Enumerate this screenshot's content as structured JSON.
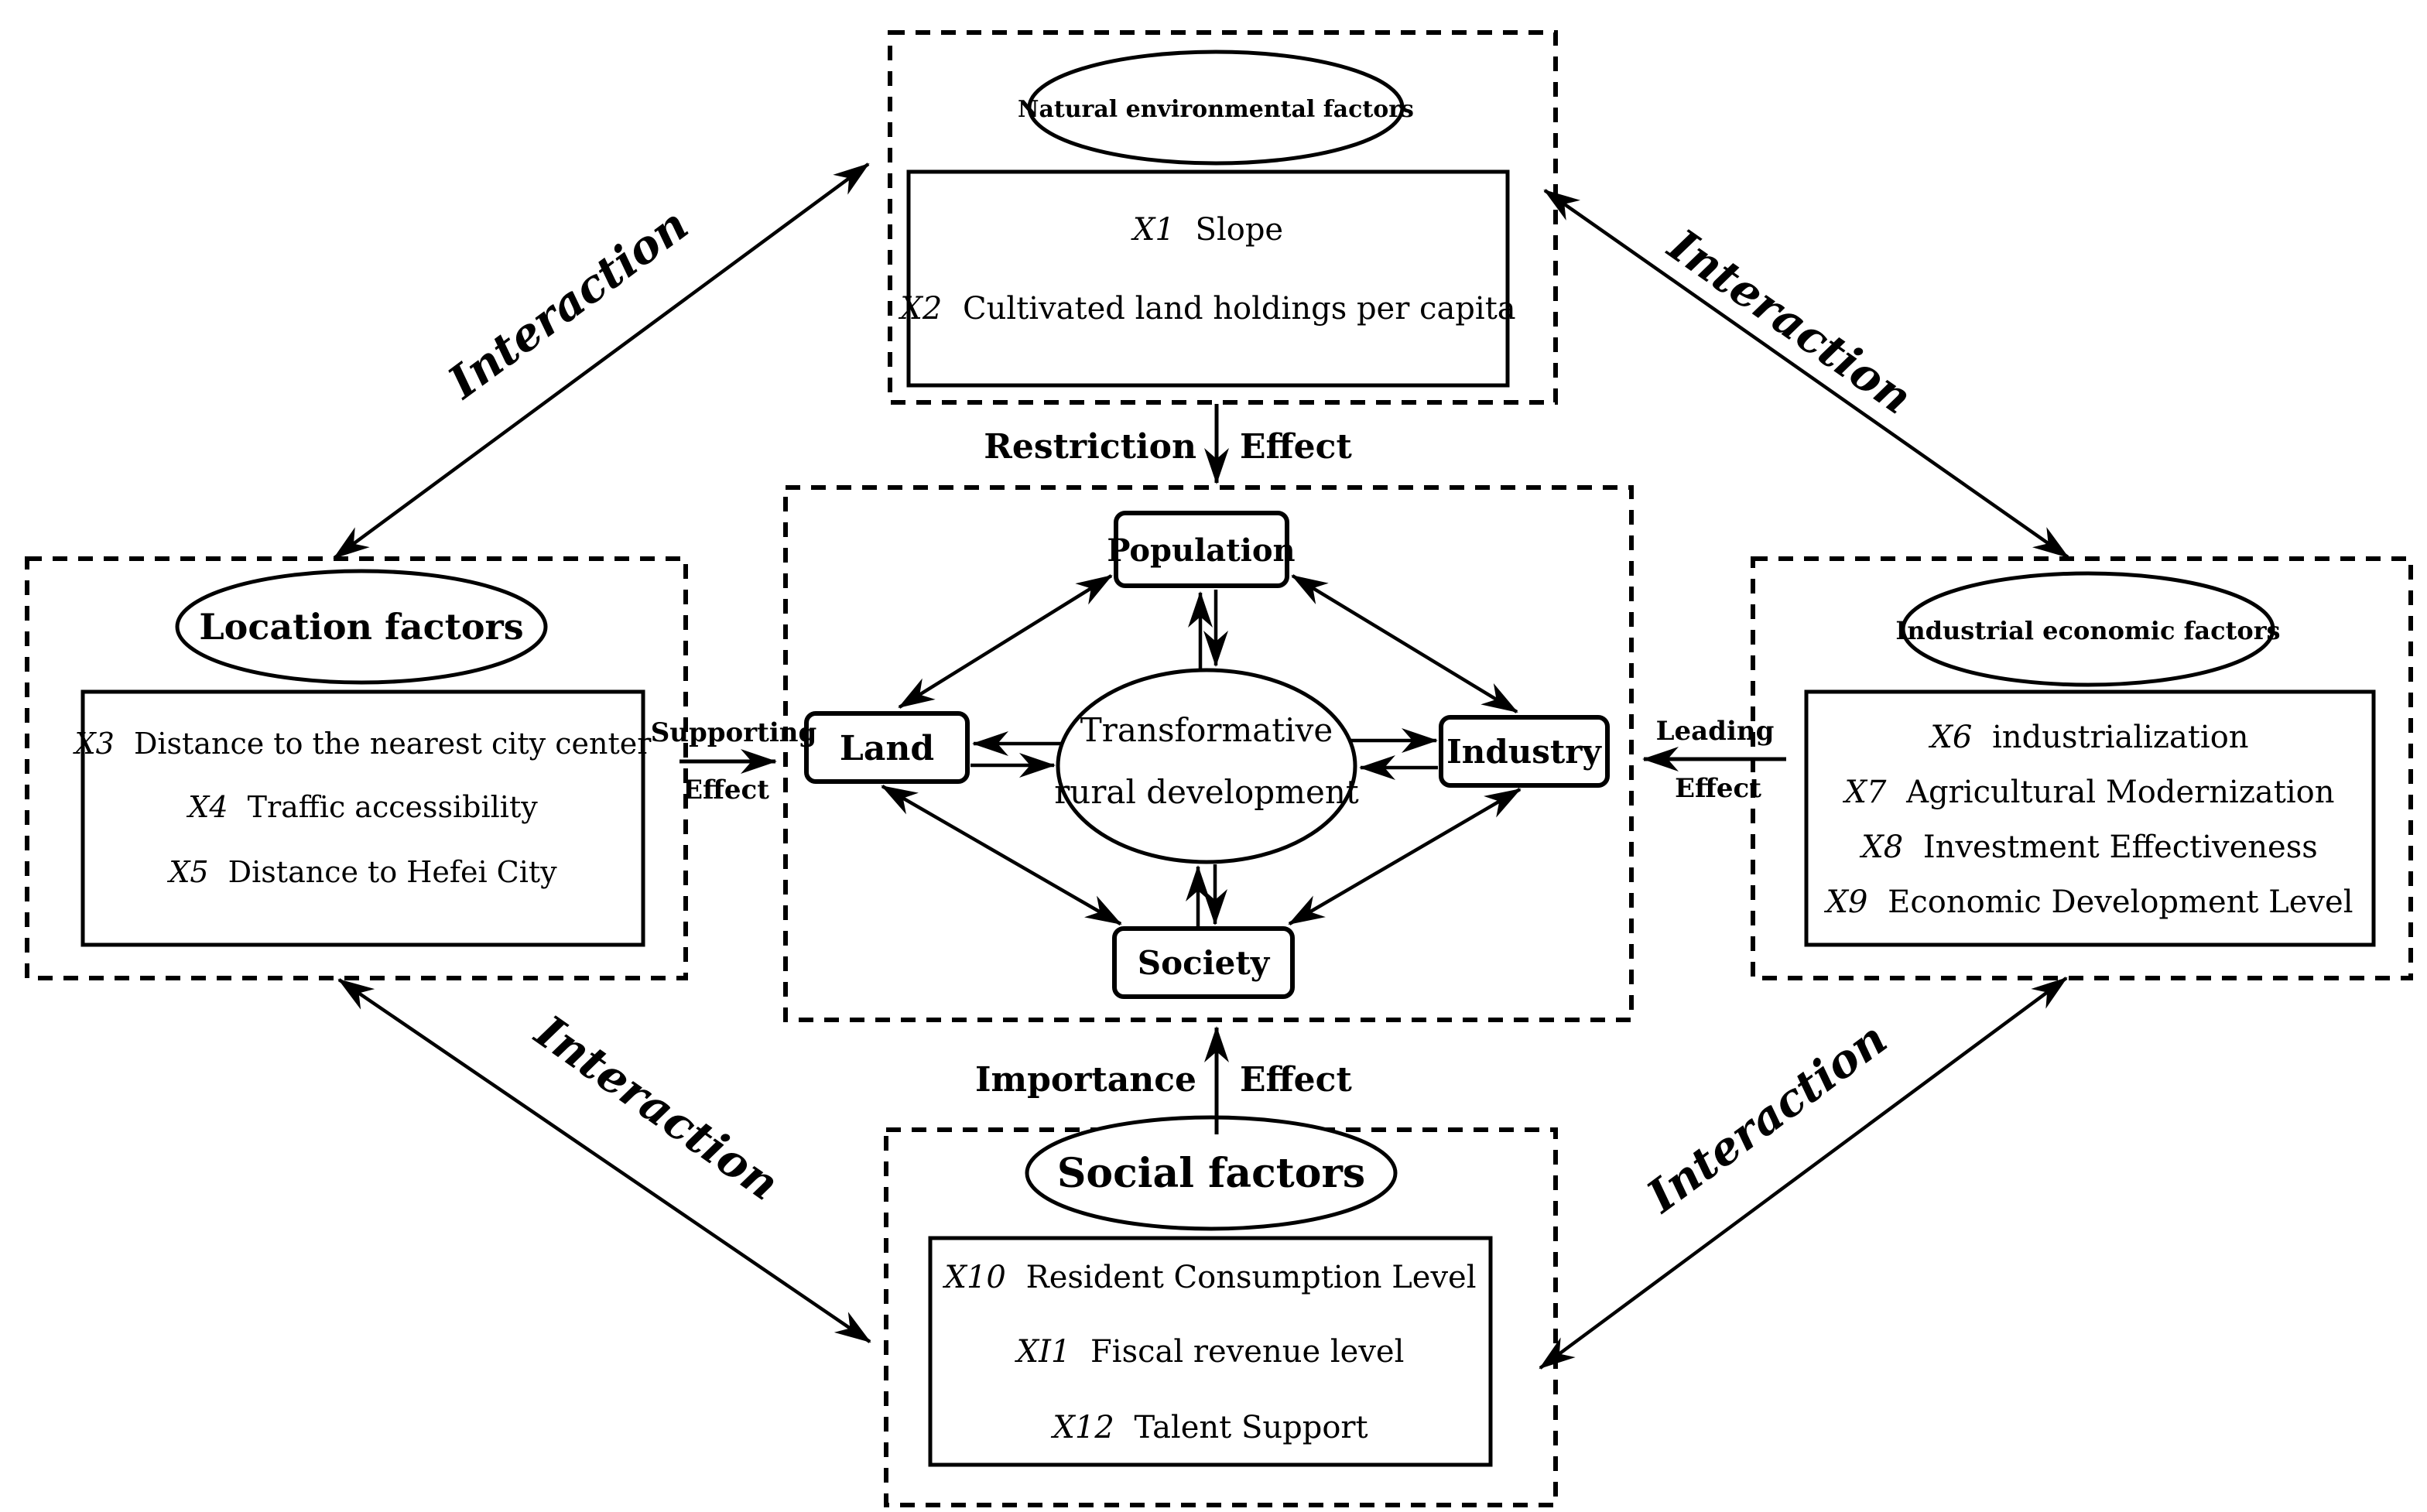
{
  "figure": {
    "background": "#ffffff",
    "ink": "#000000",
    "center_system": {
      "core": {
        "line1": "Transformative",
        "line2": "rural development"
      },
      "nodes": {
        "top": "Population",
        "left": "Land",
        "right": "Industry",
        "bottom": "Society"
      }
    },
    "factor_groups": {
      "natural": {
        "title": "Natural environmental factors",
        "items": [
          {
            "id": "X1",
            "label": "Slope"
          },
          {
            "id": "X2",
            "label": "Cultivated land holdings per capita"
          }
        ]
      },
      "location": {
        "title": "Location factors",
        "items": [
          {
            "id": "X3",
            "label": "Distance to the nearest city center"
          },
          {
            "id": "X4",
            "label": "Traffic accessibility"
          },
          {
            "id": "X5",
            "label": "Distance to Hefei City"
          }
        ]
      },
      "industrial": {
        "title": "Industrial economic factors",
        "items": [
          {
            "id": "X6",
            "label": "industrialization"
          },
          {
            "id": "X7",
            "label": "Agricultural Modernization"
          },
          {
            "id": "X8",
            "label": "Investment Effectiveness"
          },
          {
            "id": "X9",
            "label": "Economic Development Level"
          }
        ]
      },
      "social": {
        "title": "Social factors",
        "items": [
          {
            "id": "X10",
            "label": "Resident Consumption Level"
          },
          {
            "id": "XI1",
            "label": "Fiscal revenue level"
          },
          {
            "id": "X12",
            "label": "Talent Support"
          }
        ]
      }
    },
    "effect_labels": {
      "restriction": {
        "word1": "Restriction",
        "word2": "Effect"
      },
      "importance": {
        "word1": "Importance",
        "word2": "Effect"
      },
      "supporting": {
        "word1": "Supporting",
        "word2": "Effect"
      },
      "leading": {
        "word1": "Leading",
        "word2": "Effect"
      }
    },
    "interaction_labels": {
      "top_left": "Interaction",
      "top_right": "Interaction",
      "bottom_left": "Interaction",
      "bottom_right": "Interaction"
    }
  }
}
